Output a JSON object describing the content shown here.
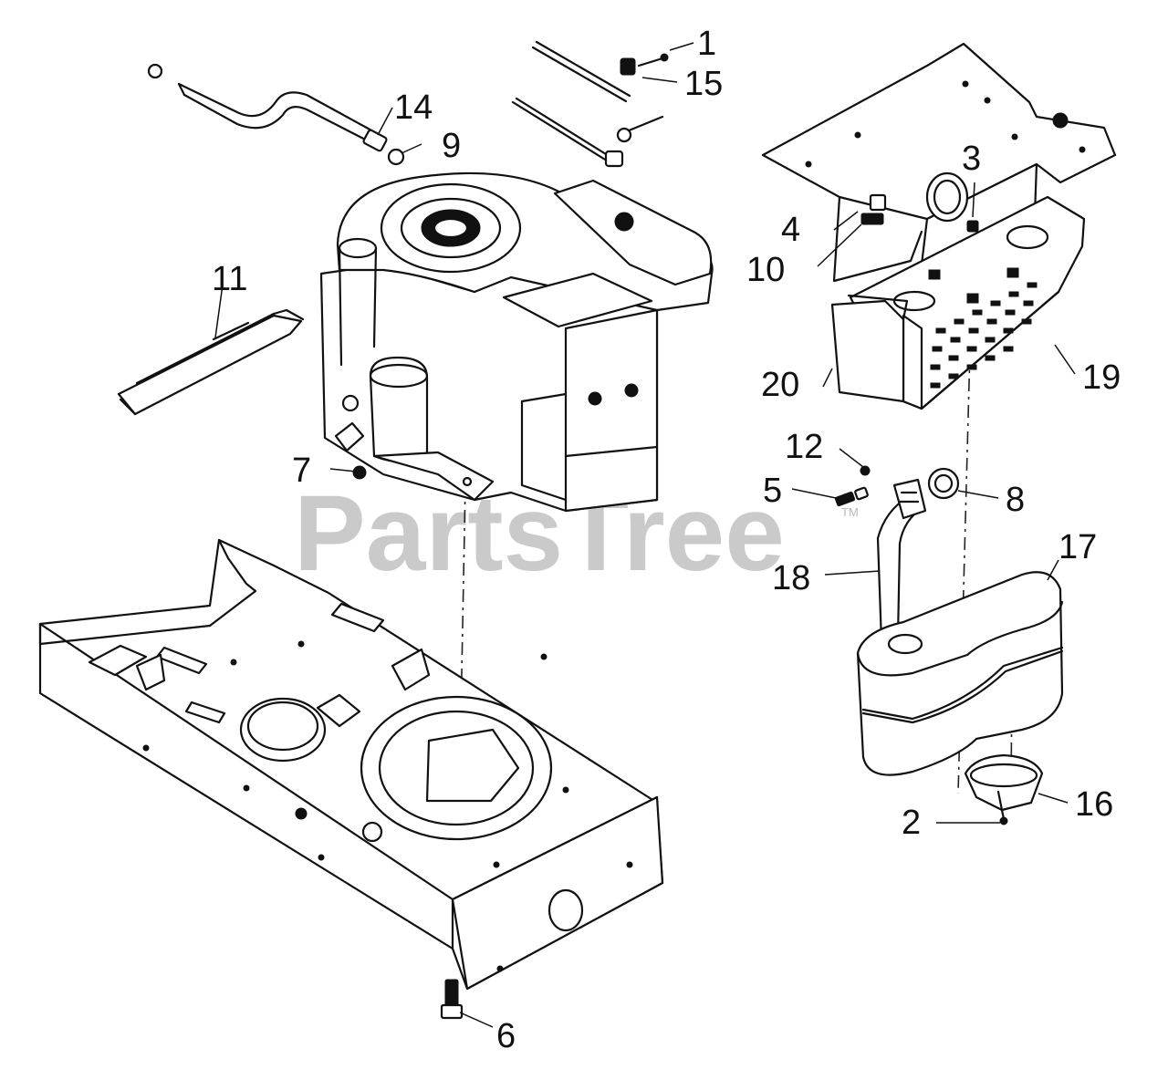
{
  "watermark": {
    "text": "PartsTree",
    "mark": "TM"
  },
  "callouts": {
    "c1": "1",
    "c2": "2",
    "c3": "3",
    "c4": "4",
    "c5": "5",
    "c6": "6",
    "c7": "7",
    "c8": "8",
    "c9": "9",
    "c10": "10",
    "c11": "11",
    "c12": "12",
    "c14": "14",
    "c15": "15",
    "c16": "16",
    "c17": "17",
    "c18": "18",
    "c19": "19",
    "c20": "20"
  }
}
